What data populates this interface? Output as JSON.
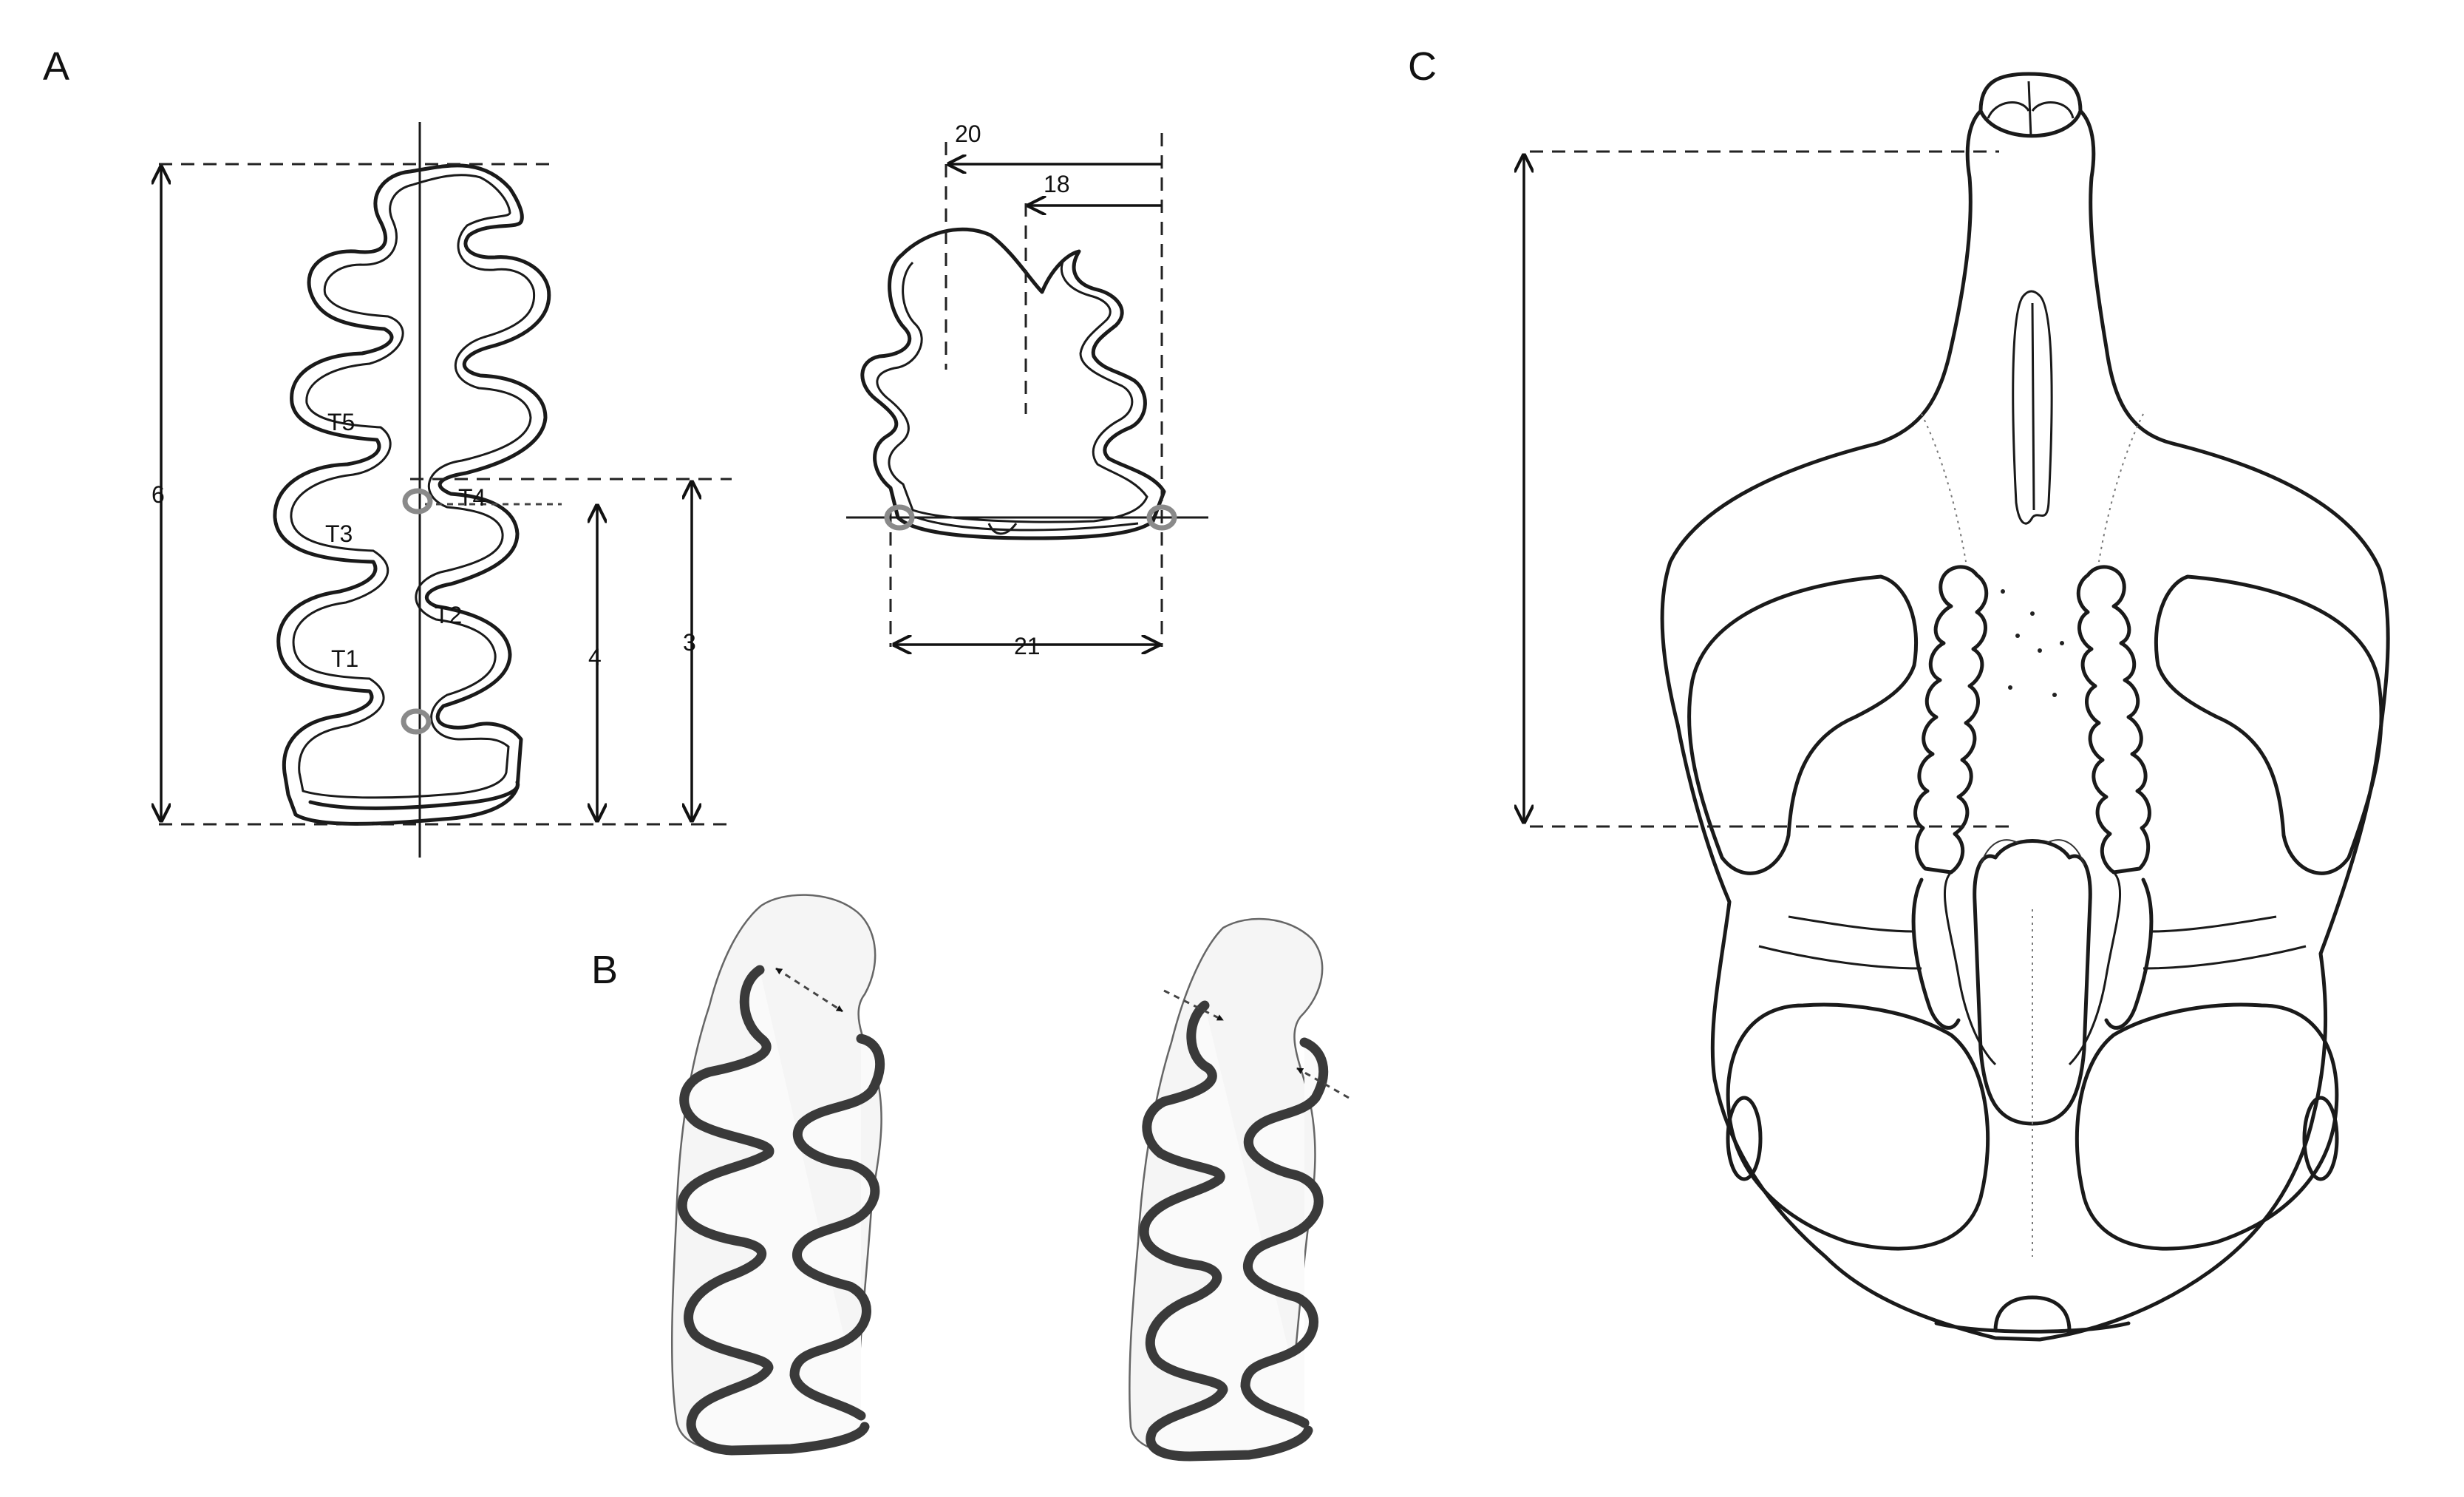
{
  "panels": {
    "a": "A",
    "b": "B",
    "c": "C"
  },
  "measurements": {
    "m6": "6",
    "m4": "4",
    "m3": "3",
    "m20": "20",
    "m18": "18",
    "m21": "21"
  },
  "cusps": {
    "t1": "T1",
    "t2": "T2",
    "t3": "T3",
    "t4": "T4",
    "t5": "T5"
  }
}
